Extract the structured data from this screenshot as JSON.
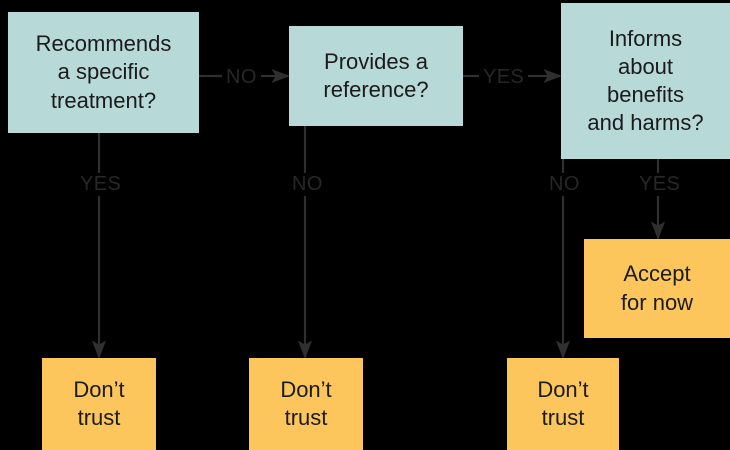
{
  "diagram": {
    "title": "Trust decision flowchart",
    "background_color": "#000000",
    "decision_color": "#b7d9d7",
    "outcome_color": "#fcc65d",
    "line_color": "#2f2f2f",
    "text_color": "#1b1b1b",
    "label_color": "#272727"
  },
  "nodes": {
    "recommends_treatment": "Recommends\na specific\ntreatment?",
    "provides_reference": "Provides a\nreference?",
    "informs_benefits_harms": "Informs\nabout\nbenefits\nand harms?",
    "dont_trust_1": "Don’t\ntrust",
    "dont_trust_2": "Don’t\ntrust",
    "dont_trust_3": "Don’t\ntrust",
    "accept_for_now": "Accept\nfor now"
  },
  "edge_labels": {
    "recommends_to_provides": "NO",
    "recommends_to_dont_trust": "YES",
    "provides_to_informs": "YES",
    "provides_to_dont_trust": "NO",
    "informs_to_dont_trust": "NO",
    "informs_to_accept": "YES"
  }
}
